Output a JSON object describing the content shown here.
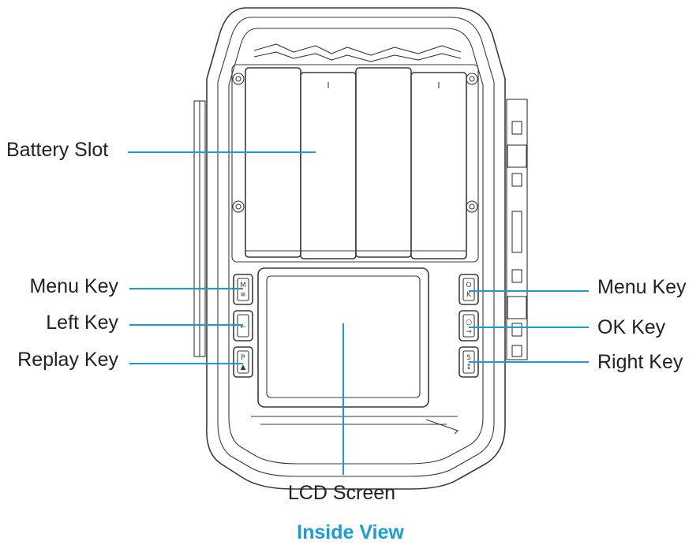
{
  "labels": {
    "battery_slot": "Battery Slot",
    "menu_key_left": "Menu Key",
    "left_key": "Left Key",
    "replay_key": "Replay Key",
    "menu_key_right": "Menu Key",
    "ok_key": "OK Key",
    "right_key": "Right Key",
    "lcd_screen": "LCD Screen"
  },
  "caption": "Inside View",
  "colors": {
    "leader_line": "#1b9bd7",
    "caption": "#1b9bd7",
    "outline": "#3a3a3a"
  }
}
